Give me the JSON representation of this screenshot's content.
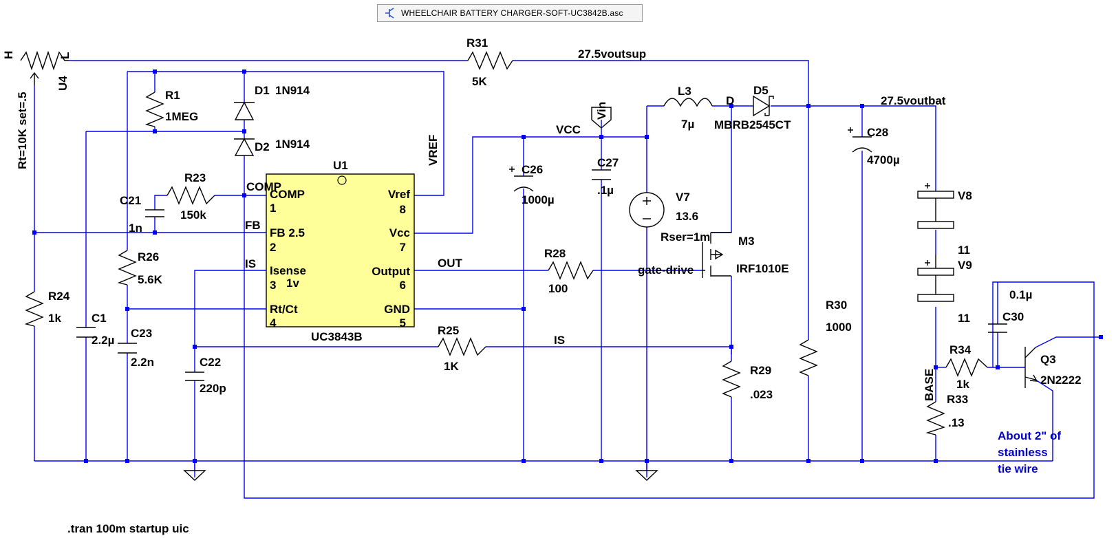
{
  "window": {
    "title": "WHEELCHAIR BATTERY CHARGER-SOFT-UC3842B.asc",
    "icon": "ltspice-schematic-icon"
  },
  "ic": {
    "ref": "U1",
    "part": "UC3843B",
    "pins": {
      "comp": "COMP",
      "comp_num": "1",
      "fb": "FB 2.5",
      "fb_num": "2",
      "isense": "Isense",
      "isense_num": "3",
      "isense_val": "1v",
      "rtct": "Rt/Ct",
      "rtct_num": "4",
      "vref": "Vref",
      "vref_num": "8",
      "vcc": "Vcc",
      "vcc_num": "7",
      "output": "Output",
      "output_num": "6",
      "gnd": "GND",
      "gnd_num": "5"
    }
  },
  "components": {
    "u4": {
      "ref": "U4",
      "h": "H",
      "l": "L",
      "param": "Rt=10K set=.5"
    },
    "r31": {
      "ref": "R31",
      "value": "5K"
    },
    "r1": {
      "ref": "R1",
      "value": "1MEG"
    },
    "d1": {
      "ref": "D1",
      "value": "1N914"
    },
    "d2": {
      "ref": "D2",
      "value": "1N914"
    },
    "r23": {
      "ref": "R23",
      "value": "150k"
    },
    "c21": {
      "ref": "C21",
      "value": "1n"
    },
    "r26": {
      "ref": "R26",
      "value": "5.6K"
    },
    "r24": {
      "ref": "R24",
      "value": "1k"
    },
    "c1": {
      "ref": "C1",
      "value": "2.2µ"
    },
    "c23": {
      "ref": "C23",
      "value": "2.2n"
    },
    "c22": {
      "ref": "C22",
      "value": "220p"
    },
    "r25": {
      "ref": "R25",
      "value": "1K"
    },
    "r28": {
      "ref": "R28",
      "value": "100"
    },
    "c26": {
      "ref": "C26",
      "value": "1000µ"
    },
    "c27": {
      "ref": "C27",
      "value": ".1µ"
    },
    "v7": {
      "ref": "V7",
      "value": "13.6",
      "param": "Rser=1m"
    },
    "l3": {
      "ref": "L3",
      "value": "7µ"
    },
    "d5": {
      "ref": "D5",
      "value": "MBRB2545CT"
    },
    "m3": {
      "ref": "M3",
      "value": "IRF1010E"
    },
    "r29": {
      "ref": "R29",
      "value": ".023"
    },
    "r30": {
      "ref": "R30",
      "value": "1000"
    },
    "c28": {
      "ref": "C28",
      "value": "4700µ"
    },
    "v8": {
      "ref": "V8",
      "value": "11"
    },
    "v9": {
      "ref": "V9",
      "value": "11"
    },
    "c30": {
      "ref": "C30",
      "value": "0.1µ"
    },
    "r34": {
      "ref": "R34",
      "value": "1k"
    },
    "r33": {
      "ref": "R33",
      "value": ".13"
    },
    "q3": {
      "ref": "Q3",
      "value": "2N2222"
    }
  },
  "nets": {
    "vout_sup": "27.5voutsup",
    "vout_bat": "27.5voutbat",
    "vcc": "VCC",
    "vin": "Vin",
    "vref": "VREF",
    "comp": "COMP",
    "fb": "FB",
    "is_left": "IS",
    "is_mid": "IS",
    "out": "OUT",
    "gate": "gate-drive",
    "d": "D",
    "base": "BASE"
  },
  "notes": {
    "line1": "About 2\" of",
    "line2": "stainless",
    "line3": "tie wire"
  },
  "directive": ".tran 100m startup uic",
  "colors": {
    "wire": "#0000ff",
    "ic_fill": "#ffff99",
    "note": "#0000cc",
    "title_bg": "#f4f4f4"
  }
}
